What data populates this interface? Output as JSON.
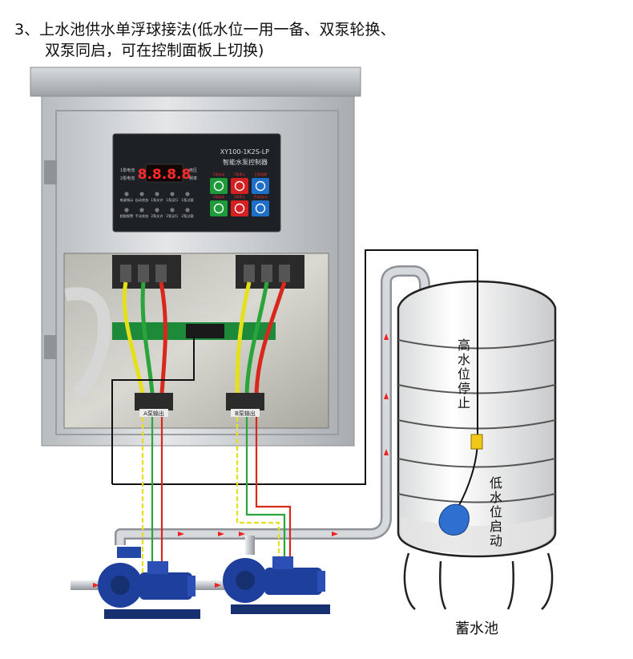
{
  "heading": {
    "line1": "3、上水池供水单浮球接法(低水位一用一备、双泵轮换、",
    "line2": "双泵同启，可在控制面板上切换)"
  },
  "panel": {
    "model": "XY100-1K2S-LP",
    "name": "智能水泵控制器",
    "display": "8.8.8.8",
    "left_labels": [
      "1泵电流",
      "2泵电流"
    ],
    "right_labels": [
      "电压",
      "频率"
    ],
    "indicator_row1": [
      "电源指示",
      "自动状态",
      "1泵允许",
      "1泵运行",
      "1泵过载"
    ],
    "indicator_row2": [
      "超限报警",
      "手动状态",
      "2泵允许",
      "2泵运行",
      "2泵过载"
    ],
    "buttons_row1": [
      "1泵启动",
      "1泵停止",
      "主泵选择"
    ],
    "buttons_row2": [
      "2泵启动",
      "2泵停止",
      "手动/自动"
    ]
  },
  "terminals": {
    "a": "A泵输出",
    "b": "B泵输出"
  },
  "tank": {
    "high_label": "高水位停止",
    "low_label": "低水位启动",
    "name": "蓄水池"
  },
  "colors": {
    "wire_yellow": "#e6e01c",
    "wire_green": "#2aa53c",
    "wire_red": "#d8281e",
    "pump_blue": "#1f3f9c",
    "float_blue": "#2f6fd0",
    "float_yellow": "#f2c818",
    "button_green": "#1f9a3a",
    "button_red": "#d42020",
    "button_blue": "#1e6fc8",
    "led_red": "#ff2a2a"
  }
}
